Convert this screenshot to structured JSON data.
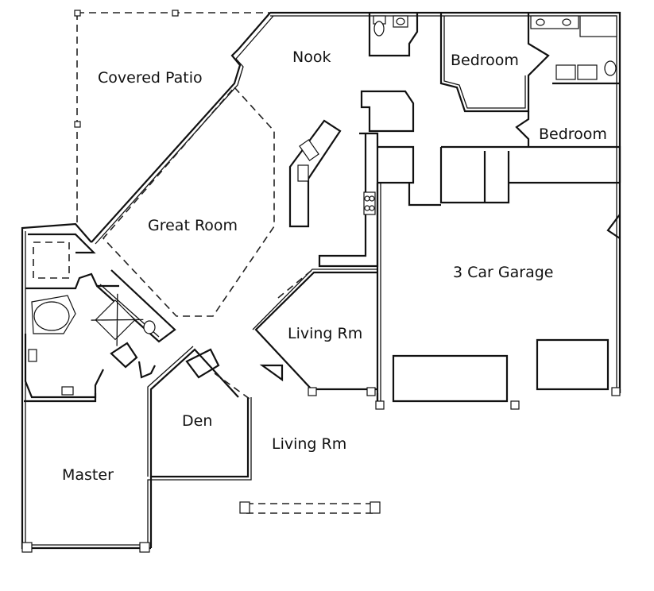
{
  "rooms": {
    "covered_patio": "Covered Patio",
    "nook": "Nook",
    "bedroom_1": "Bedroom",
    "bedroom_2": "Bedroom",
    "great_room": "Great Room",
    "garage": "3 Car Garage",
    "living_rm_1": "Living Rm",
    "living_rm_2": "Living Rm",
    "den": "Den",
    "master": "Master"
  }
}
